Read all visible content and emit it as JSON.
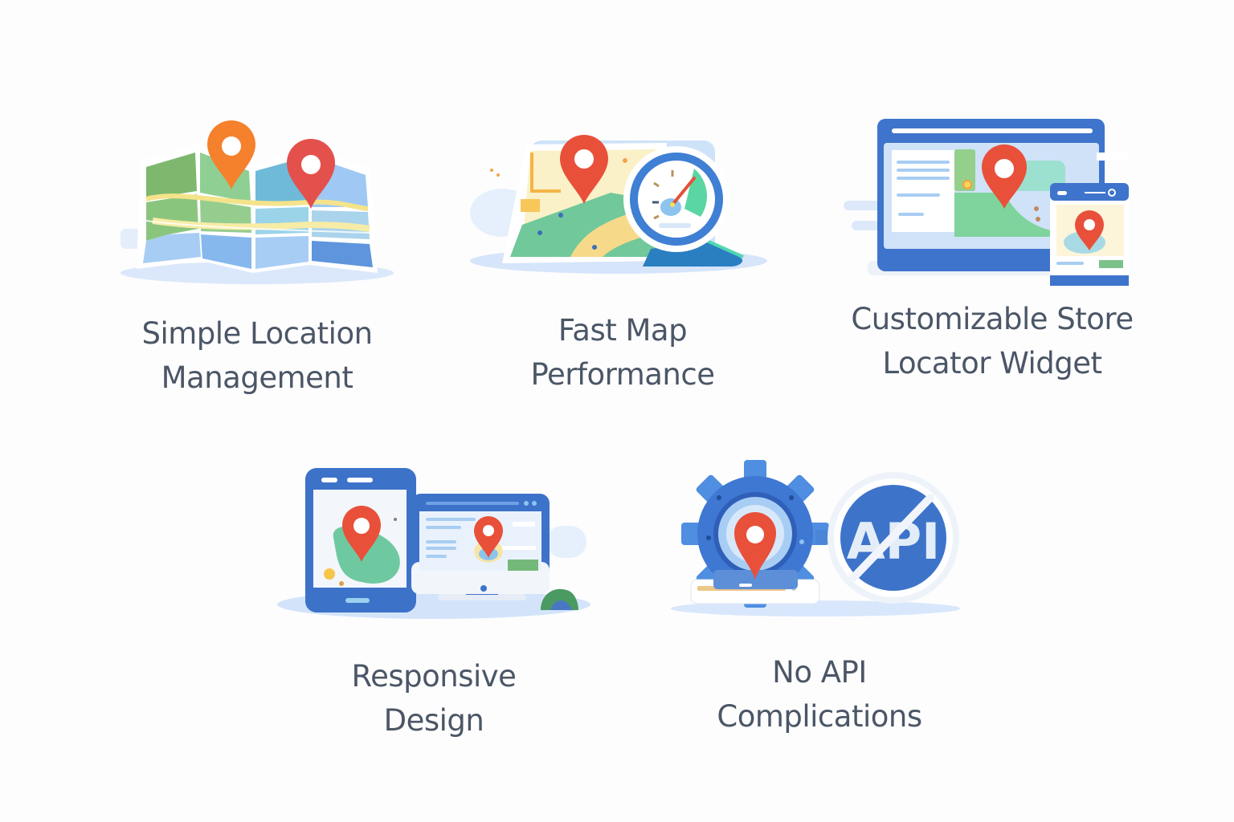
{
  "features": [
    {
      "id": "simple-location-management",
      "icon": "folded-map-with-pins-icon",
      "title_lines": [
        "Simple Location",
        "Management"
      ]
    },
    {
      "id": "fast-map-performance",
      "icon": "map-with-speedometer-icon",
      "title_lines": [
        "Fast Map",
        "Performance"
      ]
    },
    {
      "id": "customizable-store-locator-widget",
      "icon": "browser-and-mobile-map-widget-icon",
      "title_lines": [
        "Customizable Store",
        "Locator Widget"
      ]
    },
    {
      "id": "responsive-design",
      "icon": "tablet-and-desktop-map-icon",
      "title_lines": [
        "Responsive",
        "Design"
      ]
    },
    {
      "id": "no-api-complications",
      "icon": "gear-pin-and-no-api-icon",
      "title_lines": [
        "No API",
        "Complications"
      ]
    }
  ],
  "colors": {
    "text": "#4b5666",
    "pin_red": "#e8503a",
    "pin_orange": "#f47f2c",
    "brand_blue": "#3d72c9",
    "light_blue": "#cfe2f7",
    "green": "#7fc47a",
    "yellow": "#f7d983",
    "background": "#fdfdfe"
  }
}
